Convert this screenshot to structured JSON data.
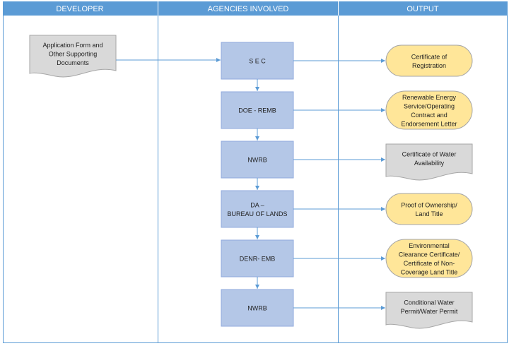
{
  "headers": {
    "developer": "DEVELOPER",
    "agencies": "AGENCIES INVOLVED",
    "output": "OUTPUT"
  },
  "developer_doc": [
    "Application Form and",
    "Other Supporting",
    "Documents"
  ],
  "agencies": [
    {
      "lines": [
        "S E C"
      ]
    },
    {
      "lines": [
        "DOE - REMB"
      ]
    },
    {
      "lines": [
        "NWRB"
      ]
    },
    {
      "lines": [
        "DA –",
        "BUREAU OF LANDS"
      ]
    },
    {
      "lines": [
        "DENR- EMB"
      ]
    },
    {
      "lines": [
        "NWRB"
      ]
    }
  ],
  "outputs": [
    {
      "shape": "terminator",
      "lines": [
        "Certificate of",
        "Registration"
      ]
    },
    {
      "shape": "terminator",
      "lines": [
        "Renewable Energy",
        "Service/Operating",
        "Contract and",
        "Endorsement Letter"
      ]
    },
    {
      "shape": "document",
      "lines": [
        "Certificate of Water",
        "Availability"
      ]
    },
    {
      "shape": "terminator",
      "lines": [
        "Proof of Ownership/",
        "Land Title"
      ]
    },
    {
      "shape": "terminator",
      "lines": [
        "Environmental",
        "Clearance Certificate/",
        "Certificate of Non-",
        "Coverage Land Title"
      ]
    },
    {
      "shape": "document",
      "lines": [
        "Conditional Water",
        "Permit/Water Permit"
      ]
    }
  ],
  "colors": {
    "header_fill": "#5b9bd5",
    "lane_border": "#5b9bd5",
    "agency_fill": "#b4c7e7",
    "agency_stroke": "#8faadc",
    "terminator_fill": "#ffe699",
    "document_fill": "#d9d9d9",
    "connector": "#5b9bd5"
  }
}
